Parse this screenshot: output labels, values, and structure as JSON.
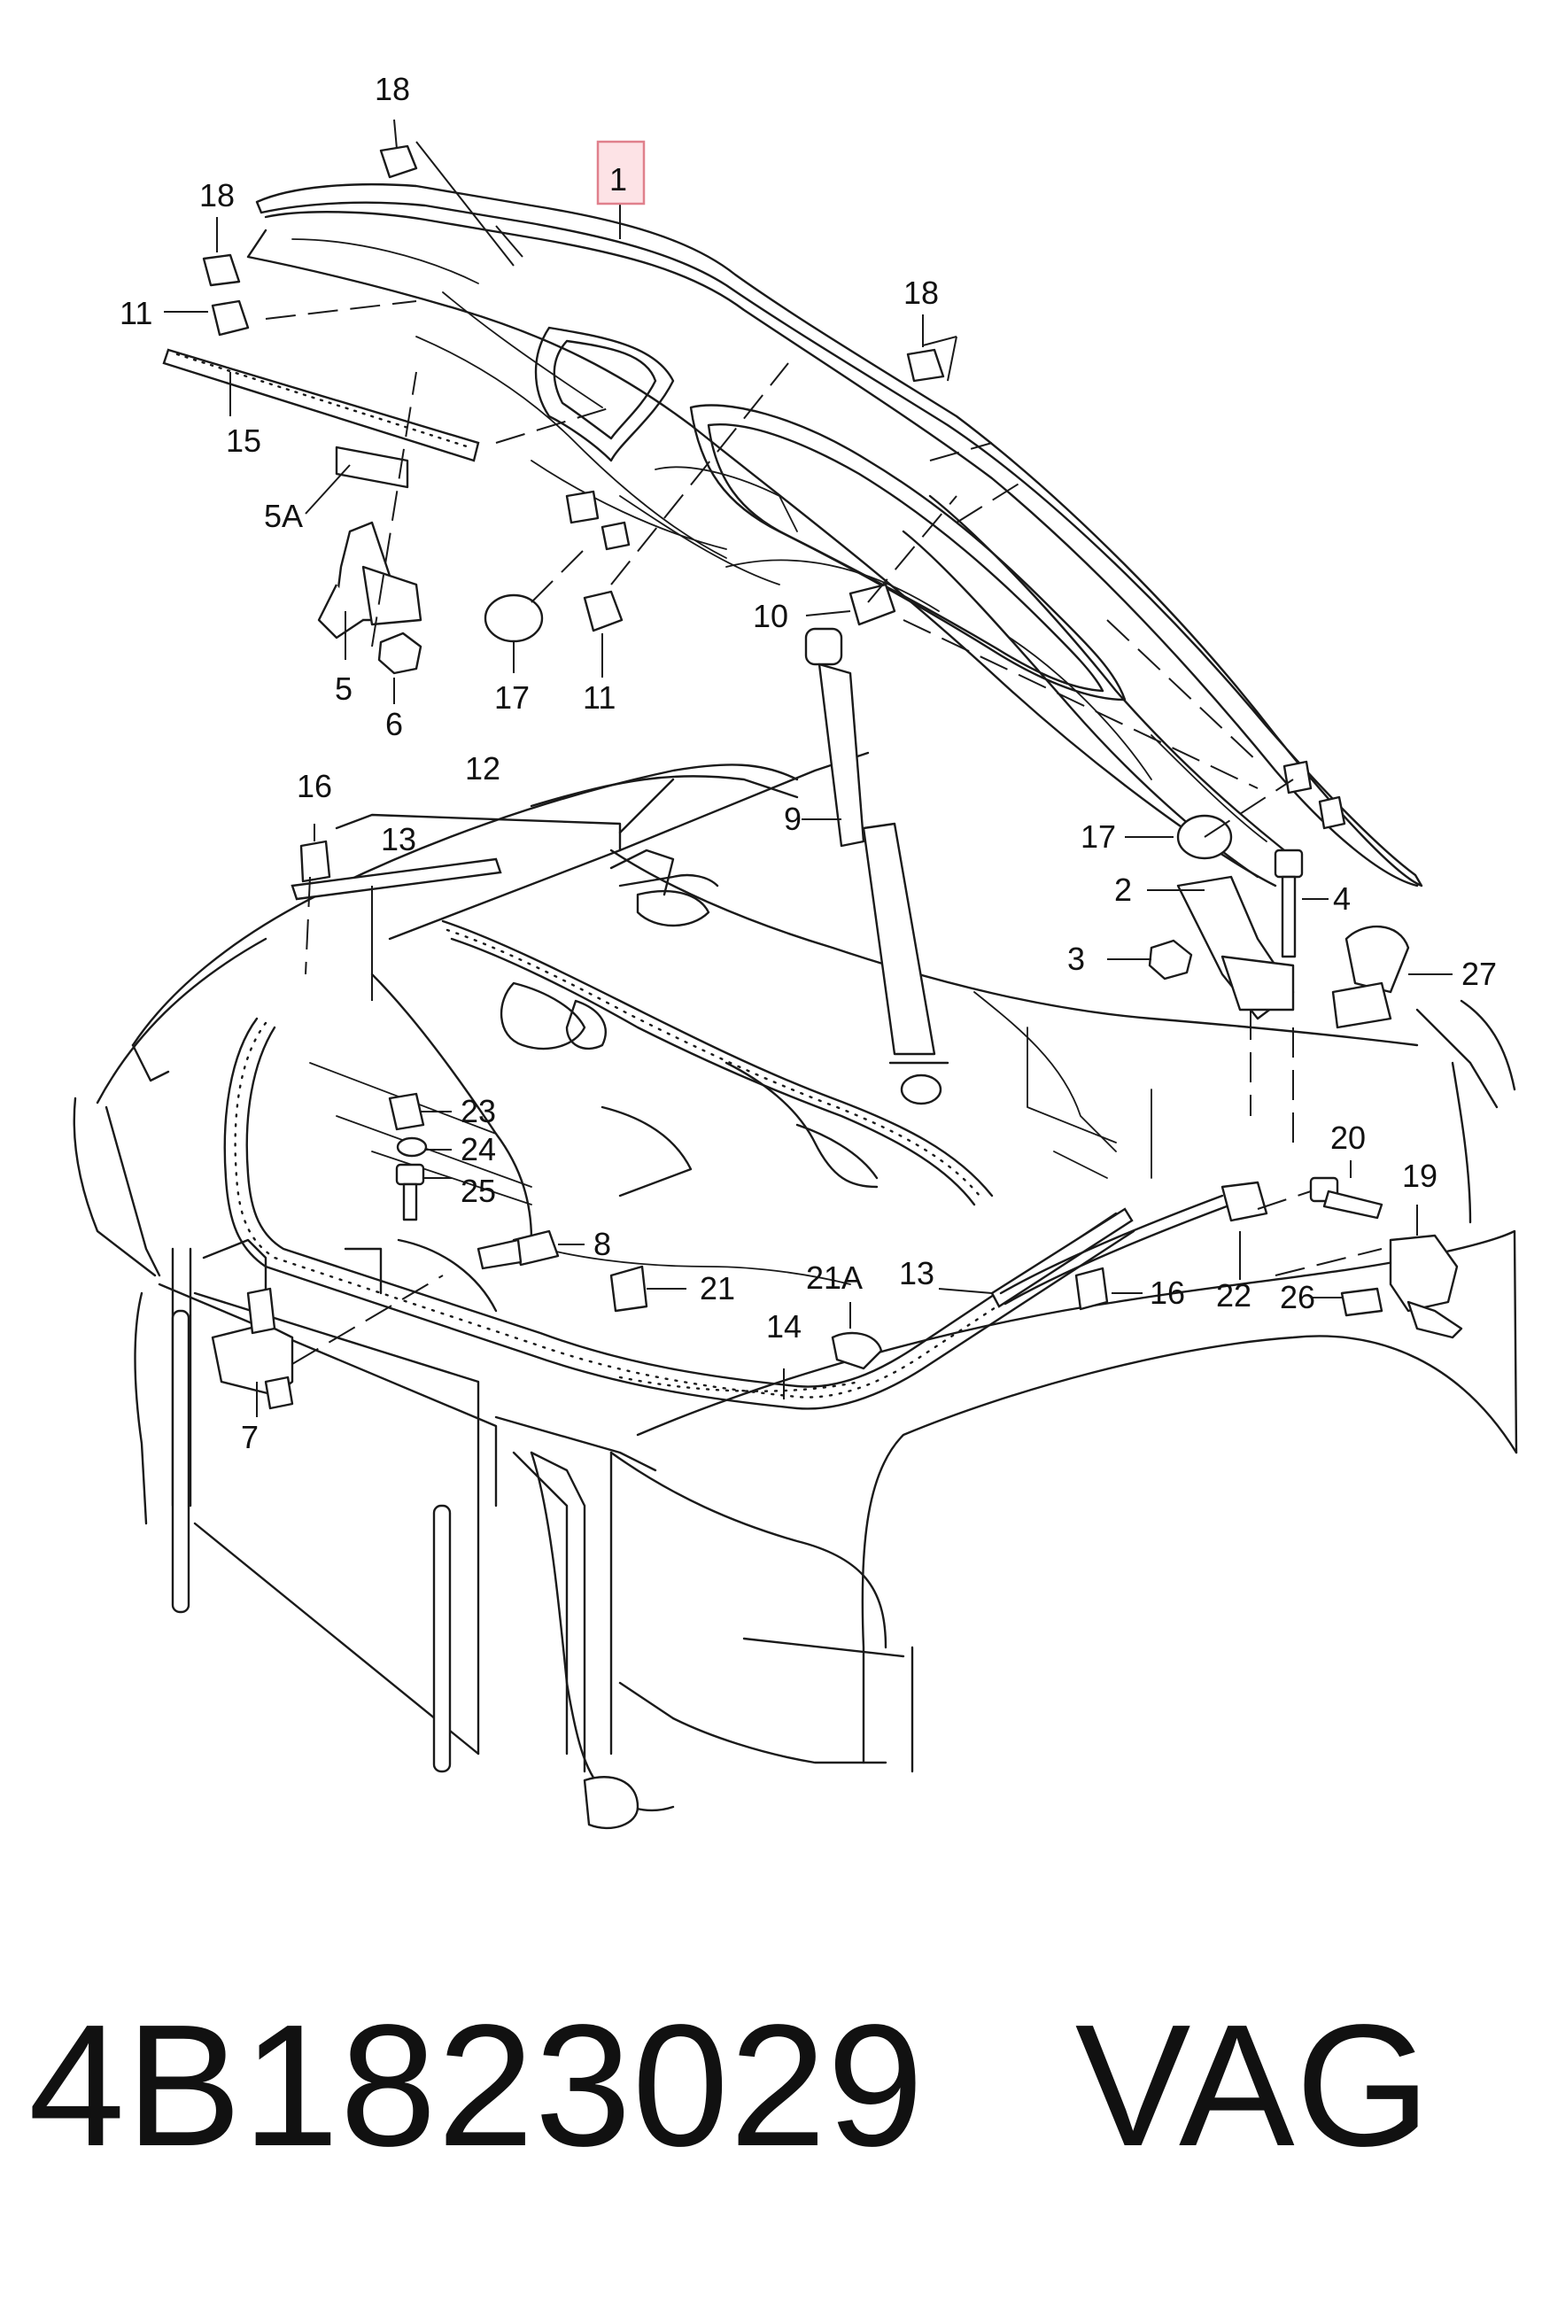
{
  "callouts": {
    "c1": "1",
    "c2": "2",
    "c3": "3",
    "c4": "4",
    "c5": "5",
    "c5a": "5A",
    "c6": "6",
    "c7": "7",
    "c8": "8",
    "c9": "9",
    "c10": "10",
    "c11a": "11",
    "c11b": "11",
    "c12": "12",
    "c13a": "13",
    "c13b": "13",
    "c14": "14",
    "c15": "15",
    "c16a": "16",
    "c16b": "16",
    "c17a": "17",
    "c17b": "17",
    "c18a": "18",
    "c18b": "18",
    "c18c": "18",
    "c19": "19",
    "c20": "20",
    "c21": "21",
    "c21a": "21A",
    "c22": "22",
    "c23": "23",
    "c24": "24",
    "c25": "25",
    "c26": "26",
    "c27": "27"
  },
  "caption": {
    "part_number": "4B1823029",
    "brand": "VAG"
  },
  "colors": {
    "line": "#1a1a1a",
    "highlight_fill": "#fde3e6",
    "highlight_stroke": "#e0808c"
  }
}
